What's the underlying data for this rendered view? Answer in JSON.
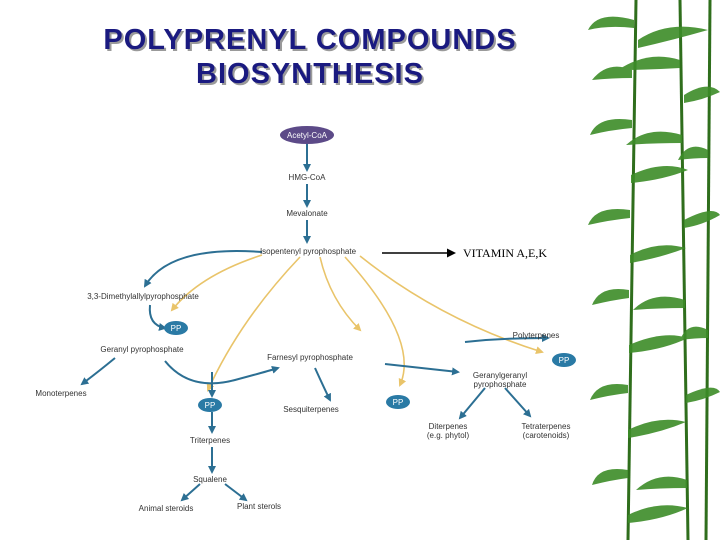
{
  "title": {
    "line1": "POLYPRENYL COMPOUNDS",
    "line2": "BIOSYNTHESIS"
  },
  "diagram": {
    "acetyl": "Acetyl-CoA",
    "hmg": "HMG-CoA",
    "mevalonate": "Mevalonate",
    "ipp": "Isopentenyl pyrophosphate",
    "dmapp": "3,3-Dimethylallylpyrophosphate",
    "geranyl_pp": "Geranyl pyrophosphate",
    "farnesyl_pp": "Farnesyl pyrophosphate",
    "ggpp_line1": "Geranylgeranyl",
    "ggpp_line2": "pyrophosphate",
    "monoterpenes": "Monoterpenes",
    "sesquiterpenes": "Sesquiterpenes",
    "polyterpenes": "Polyterpenes",
    "triterpenes": "Triterpenes",
    "squalene": "Squalene",
    "animal_sterols": "Animal steroids",
    "plant_sterols": "Plant sterols",
    "diterpenes_line1": "Diterpenes",
    "diterpenes_line2": "(e.g. phytol)",
    "tetraterpenes_line1": "Tetraterpenes",
    "tetraterpenes_line2": "(carotenoids)",
    "pp_label": "PP",
    "vitamin": "VITAMIN A,E,K"
  },
  "colors": {
    "title": "#1a1a80",
    "arrow_blue": "#2c6f93",
    "arrow_yellow": "#e9c46a",
    "pp_fill": "#2a7aa5",
    "acetyl_fill": "#5c4a88",
    "bamboo": "#3c8c28"
  }
}
